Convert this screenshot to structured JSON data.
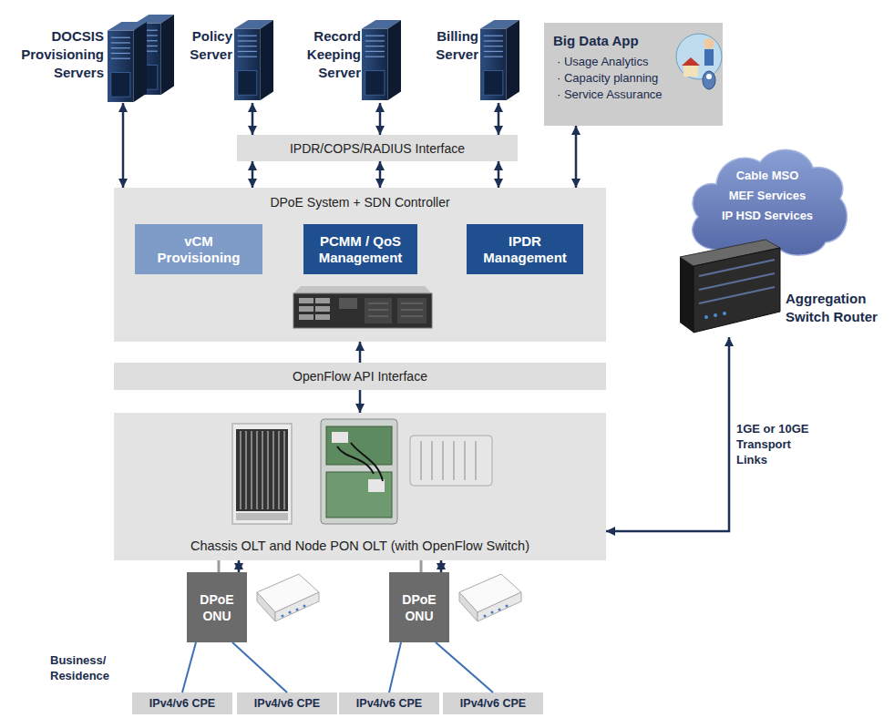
{
  "diagram": {
    "nodes": [
      {
        "text": [
          "DOCSIS Provisioning Servers"
        ]
      },
      {
        "text": [
          "Policy Server"
        ]
      },
      {
        "text": [
          "Record Keeping Server"
        ]
      },
      {
        "text": [
          "Billing Server"
        ]
      },
      {
        "text": [
          "Big Data App",
          "· Usage Analytics",
          "· Capacity planning",
          "· Service Assurance"
        ]
      },
      {
        "text": [
          "IPDR/COPS/RADIUS Interface"
        ]
      },
      {
        "text": [
          "DPoE System + SDN Controller"
        ]
      },
      {
        "text": [
          "vCM Provisioning"
        ],
        "in": 6
      },
      {
        "text": [
          "PCMM / QoS Management"
        ],
        "in": 6
      },
      {
        "text": [
          "IPDR Management"
        ],
        "in": 6
      },
      {
        "text": [
          "OpenFlow API Interface"
        ]
      },
      {
        "text": [
          "Chassis OLT and Node PON OLT (with OpenFlow Switch)"
        ]
      },
      {
        "text": [
          "Cable MSO",
          "MEF Services",
          "IP HSD Services"
        ]
      },
      {
        "text": [
          "Aggregation Switch Router"
        ]
      },
      {
        "text": [
          "DPoE ONU"
        ]
      },
      {
        "text": [
          "DPoE ONU"
        ]
      },
      {
        "text": [
          "IPv4/v6 CPE"
        ]
      },
      {
        "text": [
          "IPv4/v6 CPE"
        ]
      },
      {
        "text": [
          "IPv4/v6 CPE"
        ]
      },
      {
        "text": [
          "IPv4/v6 CPE"
        ]
      }
    ],
    "edges": [
      {
        "from": 0,
        "to": 6,
        "arrow": "both"
      },
      {
        "from": 1,
        "to": 5,
        "arrow": "both"
      },
      {
        "from": 2,
        "to": 5,
        "arrow": "both"
      },
      {
        "from": 3,
        "to": 5,
        "arrow": "both"
      },
      {
        "from": 5,
        "to": 6,
        "arrow": "both"
      },
      {
        "from": 5,
        "to": 6,
        "arrow": "both"
      },
      {
        "from": 5,
        "to": 6,
        "arrow": "both"
      },
      {
        "from": 4,
        "to": 6,
        "arrow": "both"
      },
      {
        "from": 10,
        "to": 6,
        "arrow": "to"
      },
      {
        "from": 10,
        "to": 11,
        "arrow": "to"
      },
      {
        "from": 11,
        "to": 13,
        "label": "1GE or 10GE Transport Links",
        "arrow": "both"
      },
      {
        "from": 11,
        "to": 14,
        "arrow": "both"
      },
      {
        "from": 11,
        "to": 15,
        "arrow": "both"
      },
      {
        "from": 14,
        "to": 16,
        "arrow": "none"
      },
      {
        "from": 14,
        "to": 17,
        "arrow": "none"
      },
      {
        "from": 15,
        "to": 18,
        "arrow": "none"
      },
      {
        "from": 15,
        "to": 19,
        "arrow": "none"
      }
    ],
    "labels": [
      "Business/ Residence"
    ]
  }
}
